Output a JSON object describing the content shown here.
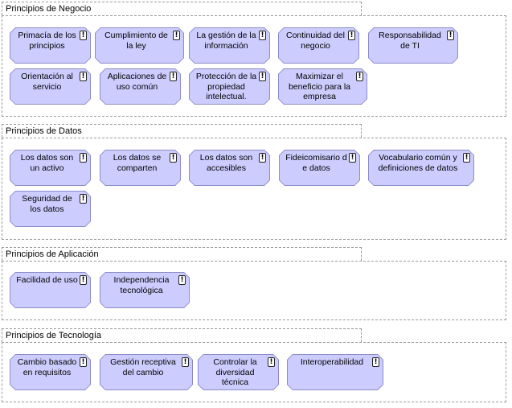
{
  "groups": [
    {
      "title": "Principios de Negocio",
      "elements": [
        "Primacía de los principios",
        "Cumplimiento de la ley",
        "La gestión de la información",
        "Continuidad del negocio",
        "Responsabilidad de TI",
        "Orientación al servicio",
        "Aplicaciones de uso común",
        "Protección de la propiedad intelectual.",
        "Maximizar el beneficio para la empresa"
      ]
    },
    {
      "title": "Principios de Datos",
      "elements": [
        "Los datos son un activo",
        "Los datos se comparten",
        "Los datos son accesibles",
        "Fideicomisario de datos",
        "Vocabulario común y definiciones de datos",
        "Seguridad de los datos"
      ]
    },
    {
      "title": "Principios de Aplicación",
      "elements": [
        "Facilidad de uso",
        "Independencia tecnológica"
      ]
    },
    {
      "title": "Principios de Tecnología",
      "elements": [
        "Cambio basado en requisitos",
        "Gestión receptiva del cambio",
        "Controlar la diversidad técnica",
        "Interoperabilidad"
      ]
    }
  ],
  "icon": "principle-exclamation-icon",
  "colors": {
    "element_fill": "#ccccff",
    "element_border": "#8c8cc8",
    "group_border": "#9a9a9a"
  }
}
